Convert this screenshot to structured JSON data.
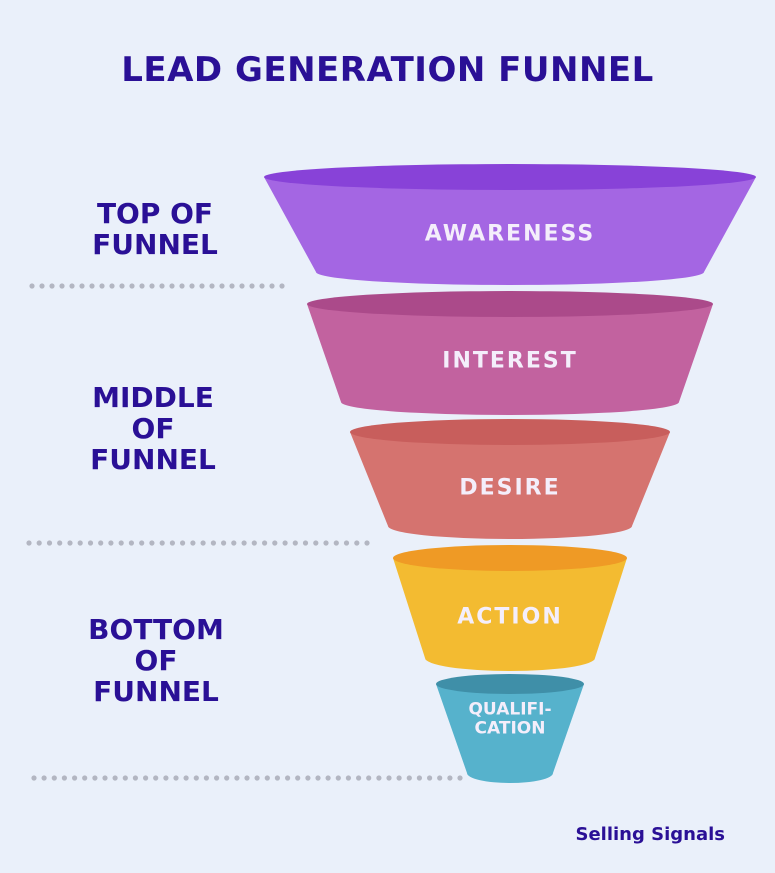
{
  "title": "LEAD GENERATION FUNNEL",
  "brand": "Selling Signals",
  "sections": [
    {
      "lines": [
        "TOP OF",
        "FUNNEL"
      ]
    },
    {
      "lines": [
        "MIDDLE",
        "OF",
        "FUNNEL"
      ]
    },
    {
      "lines": [
        "BOTTOM",
        "OF",
        "FUNNEL"
      ]
    }
  ],
  "stages": [
    {
      "name": "awareness",
      "lines": [
        "AWARENESS"
      ],
      "body": "#a466e3",
      "top": "#8842d8"
    },
    {
      "name": "interest",
      "lines": [
        "INTEREST"
      ],
      "body": "#c2629f",
      "top": "#ab4a8a"
    },
    {
      "name": "desire",
      "lines": [
        "DESIRE"
      ],
      "body": "#d5736f",
      "top": "#c85e5c"
    },
    {
      "name": "action",
      "lines": [
        "ACTION"
      ],
      "body": "#f3bb31",
      "top": "#ef9a25"
    },
    {
      "name": "qualification",
      "lines": [
        "QUALIFI-",
        "CATION"
      ],
      "body": "#56b2cc",
      "top": "#3f8fa8"
    }
  ]
}
